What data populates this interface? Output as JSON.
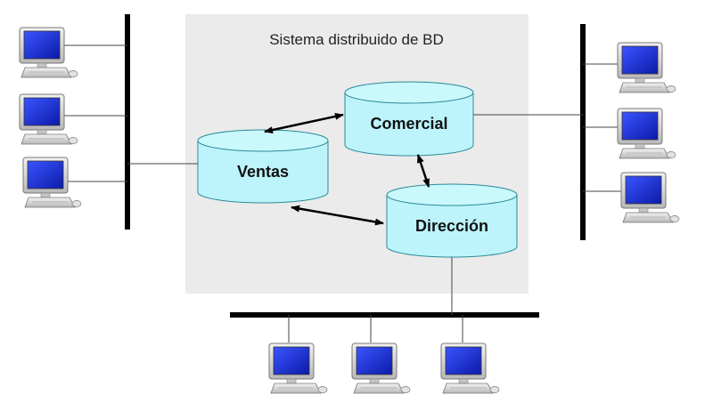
{
  "system": {
    "title": "Sistema distribuido de BD",
    "background": "#ebebeb"
  },
  "databases": [
    {
      "id": "ventas",
      "label": "Ventas"
    },
    {
      "id": "comercial",
      "label": "Comercial"
    },
    {
      "id": "direccion",
      "label": "Dirección"
    }
  ],
  "colors": {
    "cylinder_fill": "#bdf4fb",
    "cylinder_stroke": "#2a8a98",
    "bus": "#000000",
    "link": "#444444",
    "monitor_screen": "#1a2fd0",
    "monitor_body": "#d0d0d0"
  },
  "icons": {
    "workstation": "desktop-computer-icon",
    "arrow": "double-arrow-icon"
  },
  "networks": [
    {
      "id": "left-network",
      "workstations": 3
    },
    {
      "id": "right-network",
      "workstations": 3
    },
    {
      "id": "bottom-network",
      "workstations": 3
    }
  ]
}
